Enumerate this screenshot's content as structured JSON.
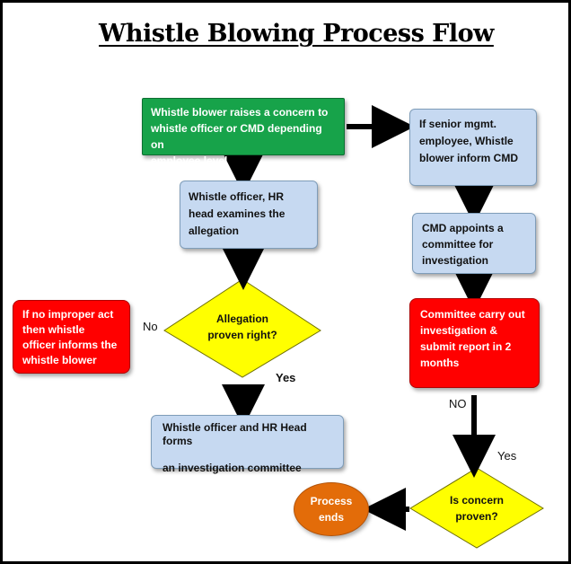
{
  "title": "Whistle Blowing Process Flow",
  "nodes": {
    "start": "Whistle blower raises a concern to\nwhistle officer or CMD depending on\nemployee level",
    "examine": "Whistle officer, HR\nhead examines the\nallegation",
    "allegation_decision": "Allegation\nproven right?",
    "no_improper": "If no improper act\nthen whistle\nofficer informs the\nwhistle blower",
    "form_committee": "Whistle officer and HR Head forms\n\nan investigation committee",
    "senior_mgmt": "If senior mgmt.\nemployee, Whistle\nblower inform CMD",
    "cmd_appoints": "CMD appoints a\ncommittee for\ninvestigation",
    "committee_report": "Committee carry out\ninvestigation &\nsubmit report in 2\nmonths",
    "concern_decision": "Is concern\nproven?",
    "process_ends": "Process\nends"
  },
  "edge_labels": {
    "no_left": "No",
    "yes_down": "Yes",
    "no_right": "NO",
    "yes_right": "Yes"
  },
  "colors": {
    "green": "#17a34a",
    "blue": "#c6d9f1",
    "red": "#ff0000",
    "yellow": "#ffff00",
    "orange": "#e36c09"
  }
}
